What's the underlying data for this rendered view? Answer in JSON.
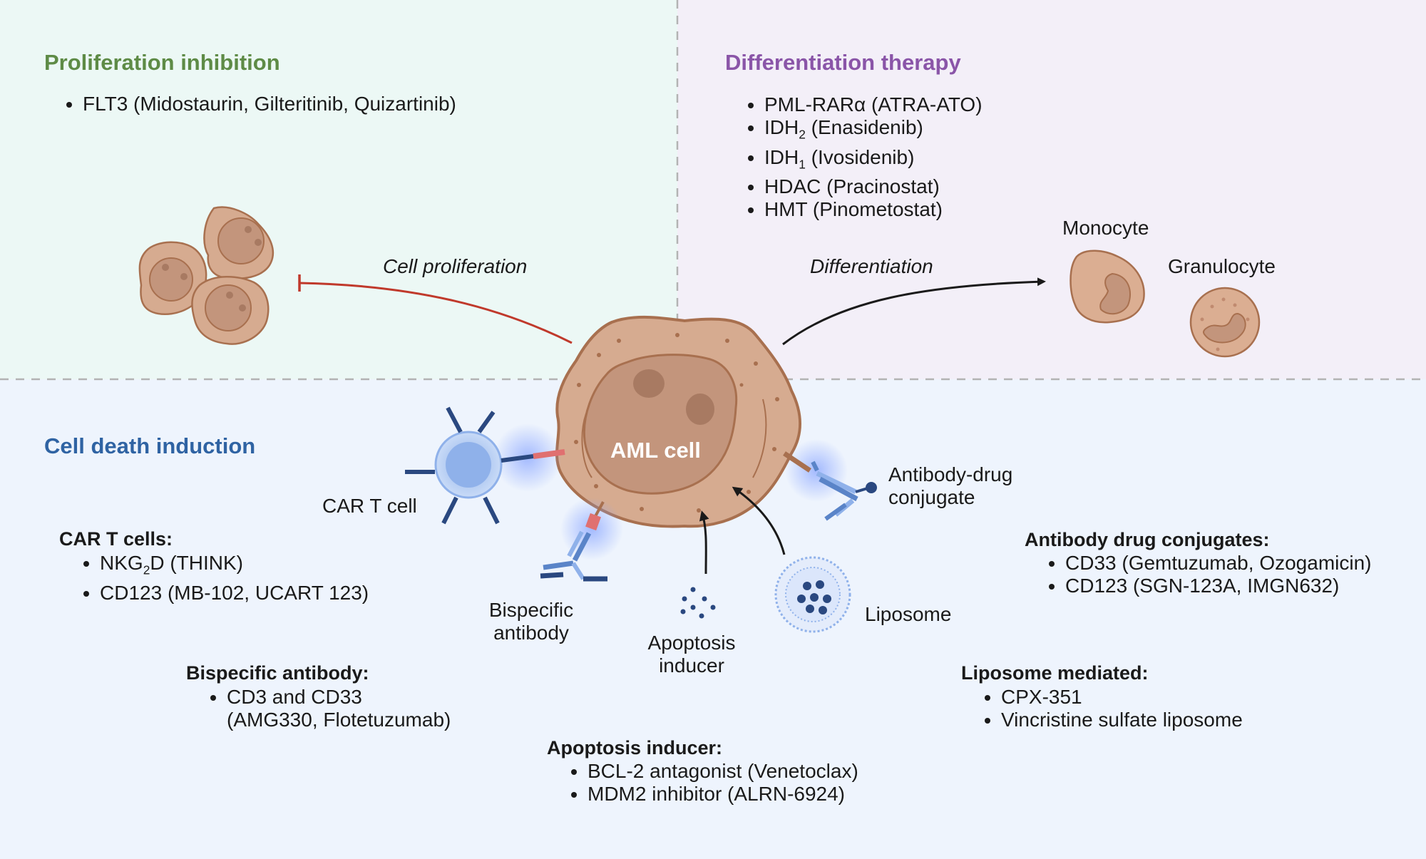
{
  "sections": {
    "proliferation": {
      "title": "Proliferation inhibition",
      "color": "#5e8b46",
      "items": [
        "FLT3 (Midostaurin, Gilteritinib, Quizartinib)"
      ]
    },
    "differentiation": {
      "title": "Differentiation therapy",
      "color": "#8a55a8",
      "items": [
        {
          "pre": "PML-RARα (ATRA-ATO)",
          "sub": "",
          "post": ""
        },
        {
          "pre": "IDH",
          "sub": "2",
          "post": " (Enasidenib)"
        },
        {
          "pre": "IDH",
          "sub": "1",
          "post": " (Ivosidenib)"
        },
        {
          "pre": "HDAC (Pracinostat)",
          "sub": "",
          "post": ""
        },
        {
          "pre": "HMT (Pinometostat)",
          "sub": "",
          "post": ""
        }
      ]
    },
    "cell_death": {
      "title": "Cell death induction",
      "color": "#2f63a3"
    }
  },
  "arrows": {
    "proliferation": "Cell proliferation",
    "differentiation": "Differentiation"
  },
  "cells": {
    "aml": "AML cell",
    "monocyte": "Monocyte",
    "granulocyte": "Granulocyte",
    "car_t": "CAR T cell",
    "bispecific": [
      "Bispecific",
      "antibody"
    ],
    "apoptosis": [
      "Apoptosis",
      "inducer"
    ],
    "adc": [
      "Antibody-drug",
      "conjugate"
    ],
    "liposome": "Liposome"
  },
  "groups": {
    "car_t": {
      "title": "CAR T cells:",
      "items": [
        {
          "pre": "NKG",
          "sub": "2",
          "post": "D (THINK)"
        },
        {
          "pre": "CD123 (MB-102, UCART 123)",
          "sub": "",
          "post": ""
        }
      ]
    },
    "bispecific": {
      "title": "Bispecific antibody:",
      "items": [
        [
          "CD3 and CD33",
          "(AMG330, Flotetuzumab)"
        ]
      ]
    },
    "apoptosis": {
      "title": "Apoptosis inducer:",
      "items": [
        "BCL-2 antagonist (Venetoclax)",
        "MDM2 inhibitor (ALRN-6924)"
      ]
    },
    "adc": {
      "title": "Antibody drug conjugates:",
      "items": [
        "CD33 (Gemtuzumab, Ozogamicin)",
        "CD123 (SGN-123A, IMGN632)"
      ]
    },
    "liposome": {
      "title": "Liposome mediated:",
      "items": [
        "CPX-351",
        "Vincristine sulfate liposome"
      ]
    }
  },
  "colors": {
    "panel_green": "#ecf8f5",
    "panel_purple": "#f3eff8",
    "panel_blue": "#eef4fd",
    "inhibit_arrow": "#c0392b",
    "cell_fill": "#d6ab90",
    "cell_outline": "#a8704f"
  }
}
